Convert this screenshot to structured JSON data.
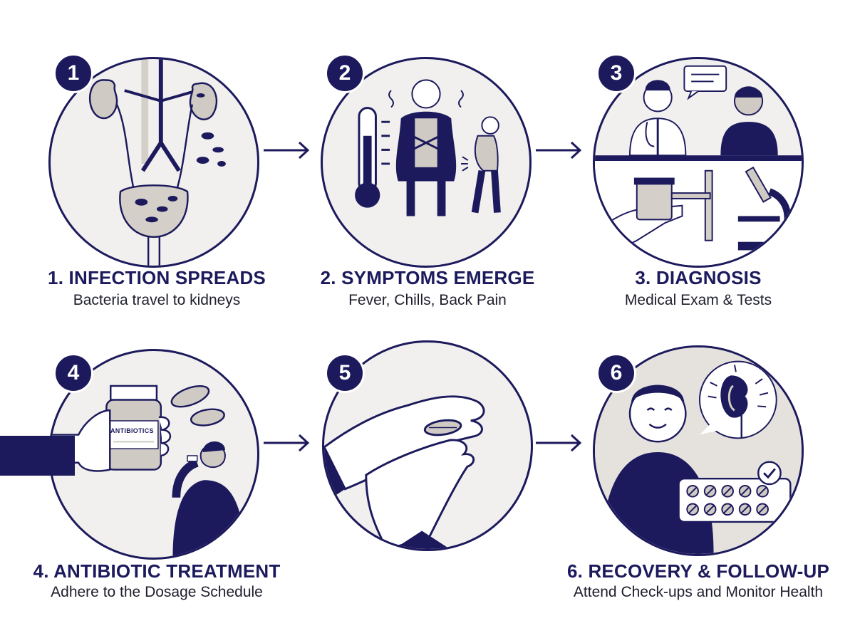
{
  "colors": {
    "navy": "#1c1a5c",
    "bg_circle": "#f1f0ee",
    "gray": "#cfcbc4",
    "text": "#1e1e2e"
  },
  "steps": [
    {
      "number": "1",
      "title": "1. INFECTION SPREADS",
      "subtitle": "Bacteria travel to kidneys",
      "icon": "kidney-bladder-bacteria-icon"
    },
    {
      "number": "2",
      "title": "2. SYMPTOMS EMERGE",
      "subtitle": "Fever, Chills, Back Pain",
      "icon": "fever-chills-back-pain-icon"
    },
    {
      "number": "3",
      "title": "3. DIAGNOSIS",
      "subtitle": "Medical Exam & Tests",
      "icon": "doctor-patient-microscope-icon"
    },
    {
      "number": "4",
      "title": "4. ANTIBIOTIC TREATMENT",
      "subtitle": "Adhere to the Dosage Schedule",
      "icon": "antibiotic-bottle-pills-icon",
      "bottle_label": "ANTIBIOTICS"
    },
    {
      "number": "5",
      "title": "",
      "subtitle": "",
      "icon": "hand-holding-pill-icon"
    },
    {
      "number": "6",
      "title": "6. RECOVERY & FOLLOW-UP",
      "subtitle": "Attend Check-ups and Monitor Health",
      "icon": "healthy-person-kidney-checklist-icon"
    }
  ]
}
